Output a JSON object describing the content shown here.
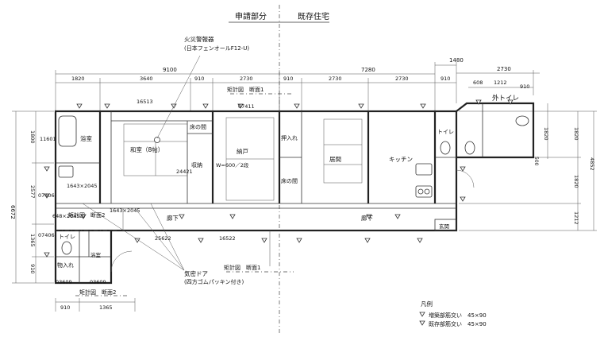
{
  "header": {
    "left": "申請部分",
    "right": "既存住宅"
  },
  "alarm": {
    "line1": "火災警報器",
    "line2": "(日本フェンオールF12-U)"
  },
  "top_dims": {
    "total_left": "9100",
    "total_right": "7280",
    "offset": "1480",
    "toilet_width": "2730",
    "segments": [
      "1820",
      "3640",
      "910",
      "2730",
      "910",
      "2730",
      "2730",
      "910"
    ],
    "toilet_segments": [
      "608",
      "1212",
      "910"
    ]
  },
  "left_dims": {
    "total": "6672",
    "segments": [
      "1800",
      "2577",
      "1365",
      "910"
    ]
  },
  "right_dims": {
    "total": "4852",
    "segments": [
      "1820",
      "1820",
      "1212"
    ],
    "toilet_depth": "1820",
    "toilet_small": "500"
  },
  "bottom_dims": {
    "segments": [
      "910",
      "1365"
    ]
  },
  "rooms": {
    "bath": "浴室",
    "washitsu": "和室（8帖）",
    "storage": "収納",
    "tokonoma": "床の間",
    "nando": "納戸",
    "nando_note": "W=600／2段",
    "oshiire": "押入れ",
    "tokonoma2": "床の間",
    "living": "居間",
    "kitchen": "キッチン",
    "toilet_r": "トイレ",
    "outer_toilet": "外トイレ",
    "corridor1": "廊下",
    "corridor2": "廊下",
    "entrance": "玄関",
    "toilet_l": "トイレ",
    "storage2": "物入れ"
  },
  "marks": {
    "m16513": "16513",
    "m07411": "07411",
    "m11601": "11601",
    "m24421": "24421",
    "m07406a": "07406",
    "m07406b": "07406",
    "m1643a": "1643×2045",
    "m1643b": "1643×2045",
    "m648": "648×2045",
    "m25622": "25622",
    "m16522": "16522",
    "m03609a": "03609",
    "m03609b": "03609"
  },
  "sections": {
    "s_top": "矩計図　断面1",
    "s_left": "矩計図　断面2",
    "s_mid": "矩計図　断面1",
    "s_bottom": "矩計図　断面2"
  },
  "door_note": {
    "line1": "気密ドア",
    "line2": "(四方ゴムパッキン付き)"
  },
  "legend": {
    "title": "凡例",
    "row1": "増築部筋交い　45×90",
    "row2": "既存部筋交い　45×90"
  }
}
